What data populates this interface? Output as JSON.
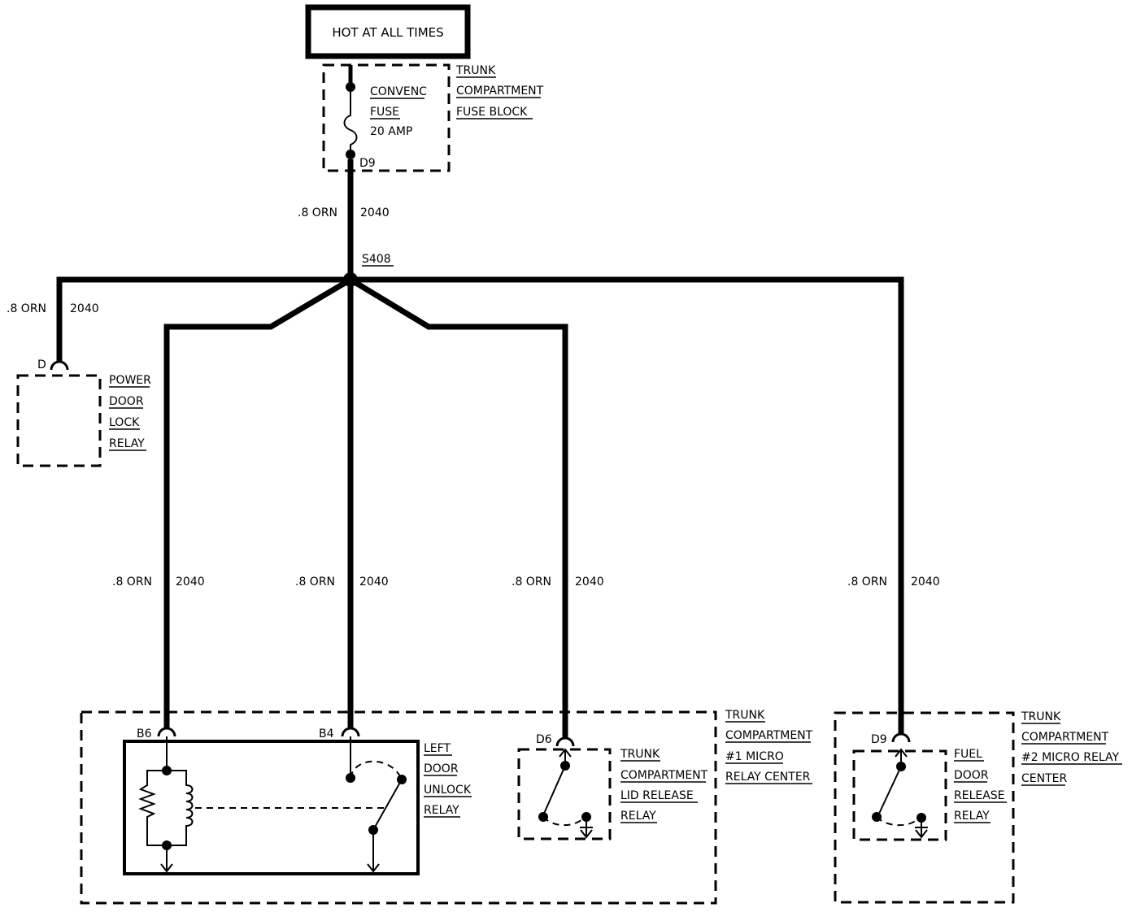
{
  "header": {
    "hot_label": "HOT AT ALL TIMES"
  },
  "fuse_block": {
    "title_lines": [
      "TRUNK",
      "COMPARTMENT",
      "FUSE BLOCK"
    ],
    "fuse_lines": [
      "CONVENC",
      "FUSE",
      "20 AMP"
    ],
    "terminal": "D9"
  },
  "wire": {
    "size_color": ".8 ORN",
    "circuit": "2040"
  },
  "splice": "S408",
  "power_door_lock_relay": {
    "connector": "D",
    "lines": [
      "POWER",
      "DOOR",
      "LOCK",
      "RELAY"
    ]
  },
  "left_door_unlock_relay": {
    "connector_a": "B6",
    "connector_b": "B4",
    "lines": [
      "LEFT",
      "DOOR",
      "UNLOCK",
      "RELAY"
    ]
  },
  "trunk_lid_release_relay": {
    "connector": "D6",
    "lines": [
      "TRUNK",
      "COMPARTMENT",
      "LID RELEASE",
      "RELAY"
    ]
  },
  "relay_center_1": {
    "lines": [
      "TRUNK",
      "COMPARTMENT",
      "#1 MICRO",
      "RELAY CENTER"
    ]
  },
  "fuel_door_release_relay": {
    "connector": "D9",
    "lines": [
      "FUEL",
      "DOOR",
      "RELEASE",
      "RELAY"
    ]
  },
  "relay_center_2": {
    "lines": [
      "TRUNK",
      "COMPARTMENT",
      "#2 MICRO RELAY",
      "CENTER"
    ]
  }
}
